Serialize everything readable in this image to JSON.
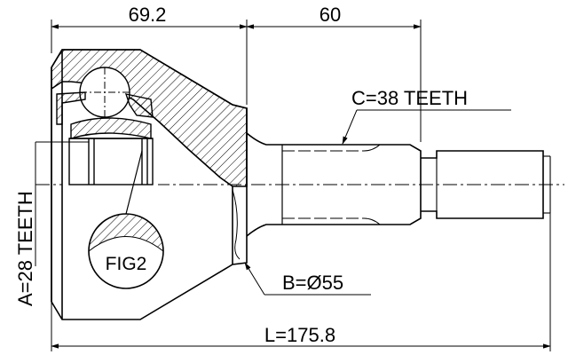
{
  "dimensions": {
    "housing_length": "69.2",
    "shaft_length": "60",
    "total_length": "L=175.8",
    "outer_teeth": "C=38 TEETH",
    "inner_teeth": "A=28 TEETH",
    "abs_ring_diameter": "B=Ø55"
  },
  "detail_label": "FIG2"
}
